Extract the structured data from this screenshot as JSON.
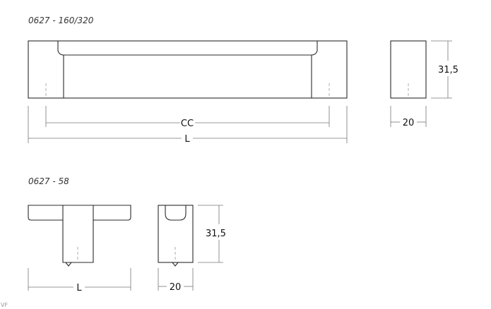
{
  "drawing_1": {
    "title": "0627 - 160/320",
    "label_cc": "CC",
    "label_l": "L",
    "label_width": "20",
    "label_height": "31,5"
  },
  "drawing_2": {
    "title": "0627 - 58",
    "label_l": "L",
    "label_width": "20",
    "label_height": "31,5"
  },
  "footer": {
    "mark": "VF"
  }
}
